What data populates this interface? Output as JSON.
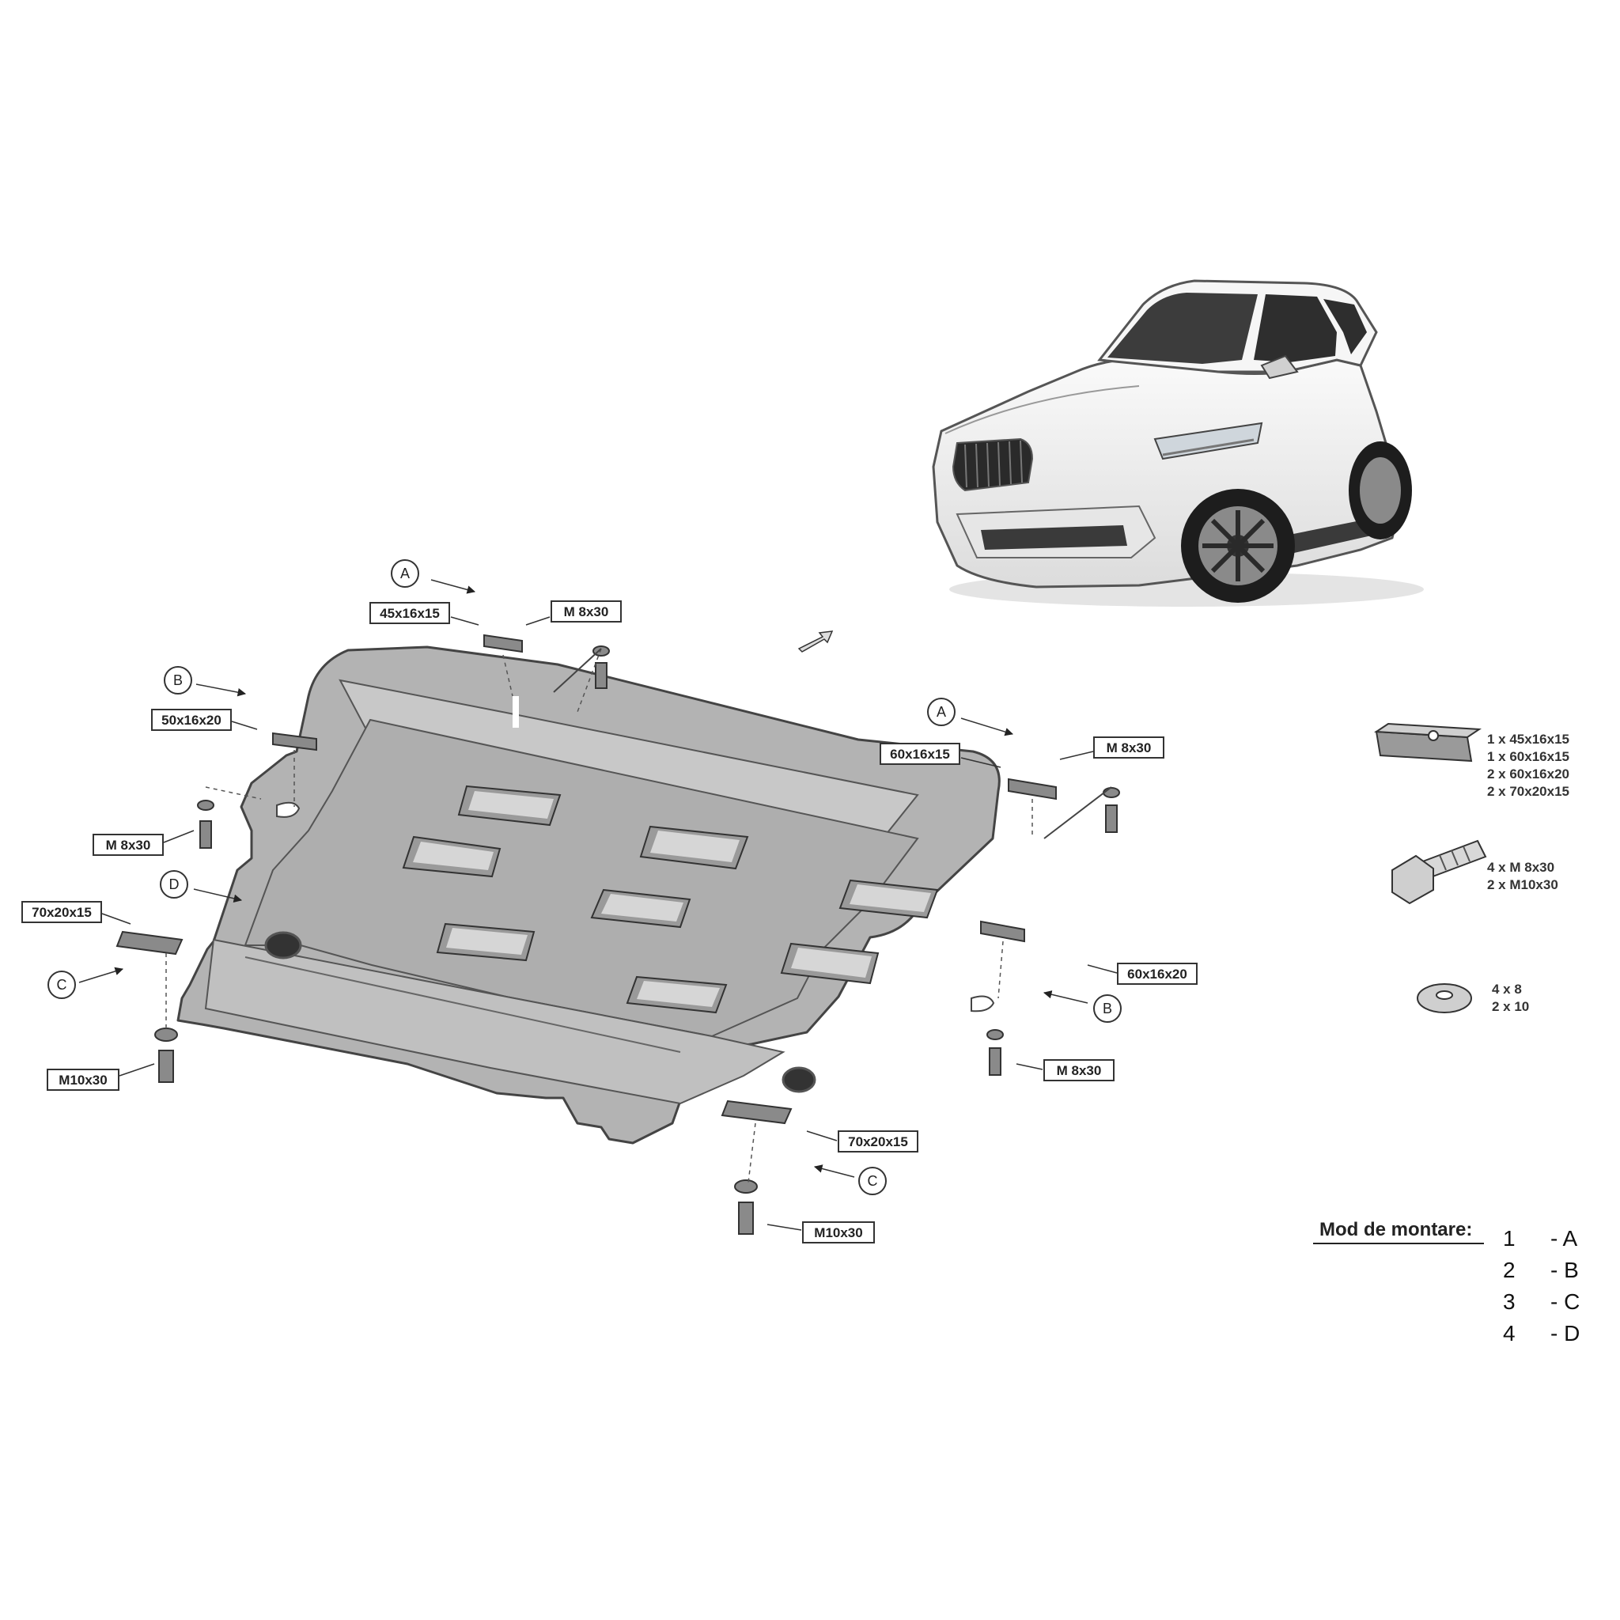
{
  "callouts": {
    "a_top": "A",
    "a_right": "A",
    "b_left": "B",
    "b_right": "B",
    "c_left": "C",
    "c_bottom": "C",
    "d_left": "D"
  },
  "part_labels": {
    "plate_45x16x15": "45x16x15",
    "bolt_m8_top": "M 8x30",
    "plate_50x16x20_left": "50x16x20",
    "bolt_m8_left": "M 8x30",
    "plate_70x20x15_left": "70x20x15",
    "bolt_m10_left": "M10x30",
    "plate_60x16x15": "60x16x15",
    "bolt_m8_right": "M 8x30",
    "plate_60x16x20_right": "60x16x20",
    "bolt_m8_lower_right": "M 8x30",
    "plate_70x20x15_bottom": "70x20x15",
    "bolt_m10_bottom": "M10x30"
  },
  "legend": {
    "plates": [
      "1 x 45x16x15",
      "1 x 60x16x15",
      "2 x 60x16x20",
      "2 x 70x20x15"
    ],
    "bolts": [
      "4 x M  8x30",
      "2 x M10x30"
    ],
    "washers": [
      "4   x   8",
      "2   x   10"
    ]
  },
  "mounting": {
    "title": "Mod de montare:",
    "steps": [
      {
        "num": "1",
        "letter": "- A"
      },
      {
        "num": "2",
        "letter": "- B"
      },
      {
        "num": "3",
        "letter": "- C"
      },
      {
        "num": "4",
        "letter": "- D"
      }
    ]
  },
  "colors": {
    "plate_fill": "#b4b4b4",
    "plate_dark": "#8a8a8a",
    "plate_light": "#d6d6d6",
    "car_body": "#f3f3f3"
  }
}
